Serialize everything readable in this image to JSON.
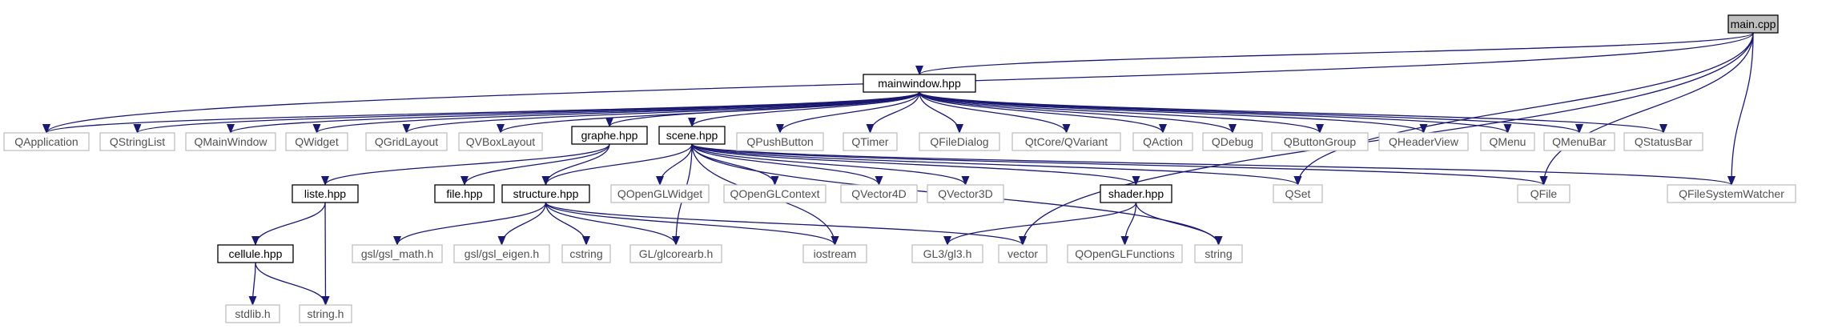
{
  "colors": {
    "edge": "#191970",
    "root_fill": "#bfbfbf",
    "local_border": "#000000",
    "system_border": "#bfbfbf",
    "system_text": "#505050"
  },
  "nodes": [
    {
      "id": "main_cpp",
      "label": "main.cpp",
      "kind": "root"
    },
    {
      "id": "mainwindow_hpp",
      "label": "mainwindow.hpp",
      "kind": "local"
    },
    {
      "id": "QApplication",
      "label": "QApplication",
      "kind": "system"
    },
    {
      "id": "QStringList",
      "label": "QStringList",
      "kind": "system"
    },
    {
      "id": "QMainWindow",
      "label": "QMainWindow",
      "kind": "system"
    },
    {
      "id": "QWidget",
      "label": "QWidget",
      "kind": "system"
    },
    {
      "id": "QGridLayout",
      "label": "QGridLayout",
      "kind": "system"
    },
    {
      "id": "QVBoxLayout",
      "label": "QVBoxLayout",
      "kind": "system"
    },
    {
      "id": "graphe_hpp",
      "label": "graphe.hpp",
      "kind": "local"
    },
    {
      "id": "scene_hpp",
      "label": "scene.hpp",
      "kind": "local"
    },
    {
      "id": "QPushButton",
      "label": "QPushButton",
      "kind": "system"
    },
    {
      "id": "QTimer",
      "label": "QTimer",
      "kind": "system"
    },
    {
      "id": "QFileDialog",
      "label": "QFileDialog",
      "kind": "system"
    },
    {
      "id": "QtCore_QVariant",
      "label": "QtCore/QVariant",
      "kind": "system"
    },
    {
      "id": "QAction",
      "label": "QAction",
      "kind": "system"
    },
    {
      "id": "QDebug",
      "label": "QDebug",
      "kind": "system"
    },
    {
      "id": "QButtonGroup",
      "label": "QButtonGroup",
      "kind": "system"
    },
    {
      "id": "QHeaderView",
      "label": "QHeaderView",
      "kind": "system"
    },
    {
      "id": "QMenu",
      "label": "QMenu",
      "kind": "system"
    },
    {
      "id": "QMenuBar",
      "label": "QMenuBar",
      "kind": "system"
    },
    {
      "id": "QStatusBar",
      "label": "QStatusBar",
      "kind": "system"
    },
    {
      "id": "liste_hpp",
      "label": "liste.hpp",
      "kind": "local"
    },
    {
      "id": "file_hpp",
      "label": "file.hpp",
      "kind": "local"
    },
    {
      "id": "structure_hpp",
      "label": "structure.hpp",
      "kind": "local"
    },
    {
      "id": "QOpenGLWidget",
      "label": "QOpenGLWidget",
      "kind": "system"
    },
    {
      "id": "QOpenGLContext",
      "label": "QOpenGLContext",
      "kind": "system"
    },
    {
      "id": "QVector4D",
      "label": "QVector4D",
      "kind": "system"
    },
    {
      "id": "QVector3D",
      "label": "QVector3D",
      "kind": "system"
    },
    {
      "id": "shader_hpp",
      "label": "shader.hpp",
      "kind": "local"
    },
    {
      "id": "QSet",
      "label": "QSet",
      "kind": "system"
    },
    {
      "id": "QFile",
      "label": "QFile",
      "kind": "system"
    },
    {
      "id": "QFileSystemWatcher",
      "label": "QFileSystemWatcher",
      "kind": "system"
    },
    {
      "id": "cellule_hpp",
      "label": "cellule.hpp",
      "kind": "local"
    },
    {
      "id": "gsl_math_h",
      "label": "gsl/gsl_math.h",
      "kind": "system"
    },
    {
      "id": "gsl_eigen_h",
      "label": "gsl/gsl_eigen.h",
      "kind": "system"
    },
    {
      "id": "cstring",
      "label": "cstring",
      "kind": "system"
    },
    {
      "id": "GL_glcorearb_h",
      "label": "GL/glcorearb.h",
      "kind": "system"
    },
    {
      "id": "iostream",
      "label": "iostream",
      "kind": "system"
    },
    {
      "id": "GL3_gl3_h",
      "label": "GL3/gl3.h",
      "kind": "system"
    },
    {
      "id": "vector",
      "label": "vector",
      "kind": "system"
    },
    {
      "id": "QOpenGLFunctions",
      "label": "QOpenGLFunctions",
      "kind": "system"
    },
    {
      "id": "string",
      "label": "string",
      "kind": "system"
    },
    {
      "id": "stdlib_h",
      "label": "stdlib.h",
      "kind": "system"
    },
    {
      "id": "string_h",
      "label": "string.h",
      "kind": "system"
    }
  ],
  "edges": [
    {
      "from": "main_cpp",
      "to": "mainwindow_hpp"
    },
    {
      "from": "main_cpp",
      "to": "QApplication"
    },
    {
      "from": "main_cpp",
      "to": "QSet"
    },
    {
      "from": "main_cpp",
      "to": "QFile"
    },
    {
      "from": "main_cpp",
      "to": "QFileSystemWatcher"
    },
    {
      "from": "main_cpp",
      "to": "vector"
    },
    {
      "from": "mainwindow_hpp",
      "to": "QApplication"
    },
    {
      "from": "mainwindow_hpp",
      "to": "QStringList"
    },
    {
      "from": "mainwindow_hpp",
      "to": "QMainWindow"
    },
    {
      "from": "mainwindow_hpp",
      "to": "QWidget"
    },
    {
      "from": "mainwindow_hpp",
      "to": "QGridLayout"
    },
    {
      "from": "mainwindow_hpp",
      "to": "QVBoxLayout"
    },
    {
      "from": "mainwindow_hpp",
      "to": "graphe_hpp"
    },
    {
      "from": "mainwindow_hpp",
      "to": "scene_hpp"
    },
    {
      "from": "mainwindow_hpp",
      "to": "QPushButton"
    },
    {
      "from": "mainwindow_hpp",
      "to": "QTimer"
    },
    {
      "from": "mainwindow_hpp",
      "to": "QFileDialog"
    },
    {
      "from": "mainwindow_hpp",
      "to": "QtCore_QVariant"
    },
    {
      "from": "mainwindow_hpp",
      "to": "QAction"
    },
    {
      "from": "mainwindow_hpp",
      "to": "QDebug"
    },
    {
      "from": "mainwindow_hpp",
      "to": "QButtonGroup"
    },
    {
      "from": "mainwindow_hpp",
      "to": "QHeaderView"
    },
    {
      "from": "mainwindow_hpp",
      "to": "QMenu"
    },
    {
      "from": "mainwindow_hpp",
      "to": "QMenuBar"
    },
    {
      "from": "mainwindow_hpp",
      "to": "QStatusBar"
    },
    {
      "from": "graphe_hpp",
      "to": "liste_hpp"
    },
    {
      "from": "graphe_hpp",
      "to": "file_hpp"
    },
    {
      "from": "graphe_hpp",
      "to": "structure_hpp"
    },
    {
      "from": "scene_hpp",
      "to": "structure_hpp"
    },
    {
      "from": "scene_hpp",
      "to": "GL_glcorearb_h"
    },
    {
      "from": "scene_hpp",
      "to": "QOpenGLWidget"
    },
    {
      "from": "scene_hpp",
      "to": "QOpenGLContext"
    },
    {
      "from": "scene_hpp",
      "to": "QVector4D"
    },
    {
      "from": "scene_hpp",
      "to": "QVector3D"
    },
    {
      "from": "scene_hpp",
      "to": "shader_hpp"
    },
    {
      "from": "scene_hpp",
      "to": "QSet"
    },
    {
      "from": "scene_hpp",
      "to": "QFile"
    },
    {
      "from": "scene_hpp",
      "to": "QFileSystemWatcher"
    },
    {
      "from": "scene_hpp",
      "to": "iostream"
    },
    {
      "from": "scene_hpp",
      "to": "string"
    },
    {
      "from": "liste_hpp",
      "to": "cellule_hpp"
    },
    {
      "from": "liste_hpp",
      "to": "string_h"
    },
    {
      "from": "structure_hpp",
      "to": "gsl_math_h"
    },
    {
      "from": "structure_hpp",
      "to": "gsl_eigen_h"
    },
    {
      "from": "structure_hpp",
      "to": "cstring"
    },
    {
      "from": "structure_hpp",
      "to": "GL_glcorearb_h"
    },
    {
      "from": "structure_hpp",
      "to": "iostream"
    },
    {
      "from": "structure_hpp",
      "to": "vector"
    },
    {
      "from": "shader_hpp",
      "to": "GL3_gl3_h"
    },
    {
      "from": "shader_hpp",
      "to": "QOpenGLFunctions"
    },
    {
      "from": "shader_hpp",
      "to": "string"
    },
    {
      "from": "cellule_hpp",
      "to": "stdlib_h"
    },
    {
      "from": "cellule_hpp",
      "to": "string_h"
    }
  ]
}
